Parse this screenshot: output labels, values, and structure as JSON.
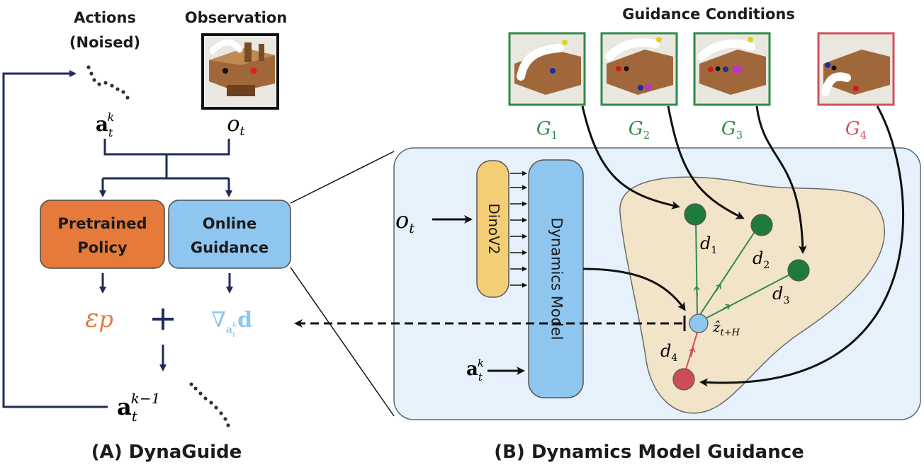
{
  "left": {
    "actions_label": [
      "Actions",
      "(Noised)"
    ],
    "observation_label": "Observation",
    "action_symbol": "a",
    "action_sub": "t",
    "action_sup": "k",
    "obs_symbol": "o",
    "obs_sub": "t",
    "policy_label": [
      "Pretrained",
      "Policy"
    ],
    "guidance_label": [
      "Online",
      "Guidance"
    ],
    "eps_symbol": "ε",
    "eps_sub": "p",
    "plus": "+",
    "grad_symbol": "∇",
    "grad_sub": "a",
    "grad_sub_sup": "k",
    "grad_sub_sub": "t",
    "grad_d": "d",
    "out_symbol": "a",
    "out_sub": "t",
    "out_sup": "k−1",
    "caption": "(A) DynaGuide"
  },
  "right": {
    "conditions_title": "Guidance Conditions",
    "conditions": [
      {
        "symbol": "G",
        "sub": "1",
        "color": "#2e8b47"
      },
      {
        "symbol": "G",
        "sub": "2",
        "color": "#2e8b47"
      },
      {
        "symbol": "G",
        "sub": "3",
        "color": "#2e8b47"
      },
      {
        "symbol": "G",
        "sub": "4",
        "color": "#d0525f"
      }
    ],
    "obs_symbol": "o",
    "obs_sub": "t",
    "encoder_label": "DinoV2",
    "model_label": "Dynamics Model",
    "action_symbol": "a",
    "action_sub": "t",
    "action_sup": "k",
    "distances": [
      {
        "symbol": "d",
        "sub": "1"
      },
      {
        "symbol": "d",
        "sub": "2"
      },
      {
        "symbol": "d",
        "sub": "3"
      },
      {
        "symbol": "d",
        "sub": "4"
      }
    ],
    "latent_symbol": "ẑ",
    "latent_sub": "t+H",
    "caption": "(B) Dynamics Model Guidance"
  },
  "colors": {
    "navy": "#1f2a5a",
    "policy_orange": "#e57a3a",
    "guidance_blue": "#8ec6ef",
    "panel_bg": "#e6f1fb",
    "encoder_yellow": "#f3ce75",
    "latent_region": "#f2e4c8",
    "goal_green": "#1f7a3e",
    "bad_red": "#cf4b5a",
    "eps_orange": "#e57a3a",
    "grad_blue": "#8ec6ef"
  }
}
